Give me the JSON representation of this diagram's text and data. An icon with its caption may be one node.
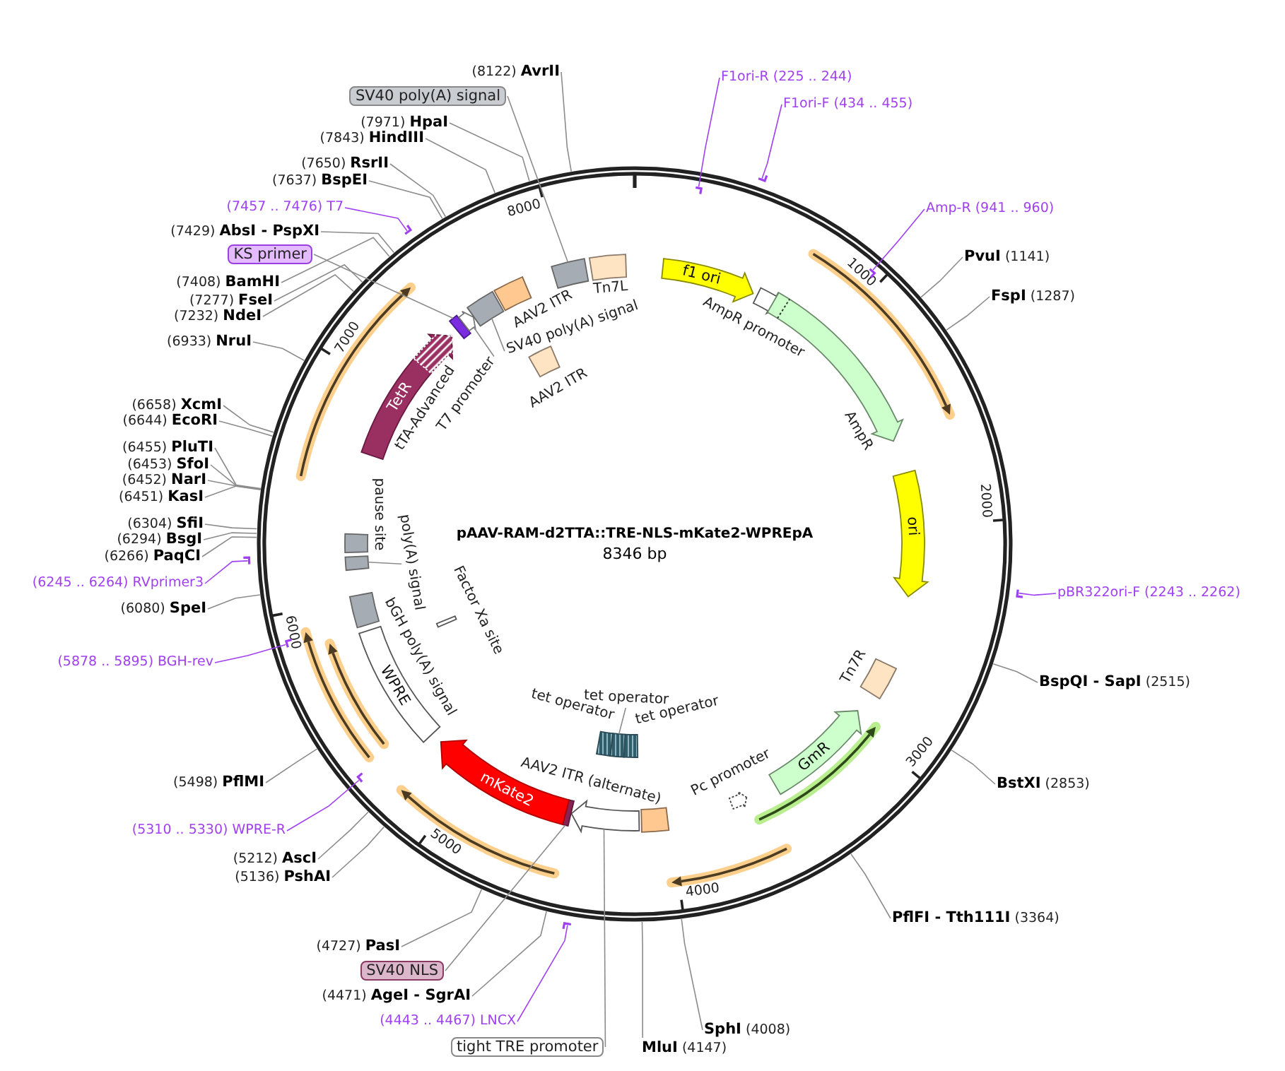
{
  "diagram": {
    "title": "pAAV-RAM-d2TTA::TRE-NLS-mKate2-WPREpA",
    "nodes": [
      {
        "text": [
          "F1ori-R (225 .. 244)"
        ]
      },
      {
        "text": [],
        "shape": "bar"
      },
      {
        "text": [
          "F1ori-F (434 .. 455)"
        ]
      },
      {
        "text": [],
        "shape": "bar"
      },
      {
        "text": [
          "Amp-R (941 .. 960)"
        ]
      },
      {
        "text": [],
        "shape": "bar"
      },
      {
        "text": [
          "**PvuI** (1141)"
        ]
      },
      {
        "text": [
          "**FspI** (1287)"
        ]
      },
      {
        "text": [
          "pBR322ori-F (2243 .. 2262)"
        ]
      },
      {
        "text": [],
        "shape": "bar"
      },
      {
        "text": [
          "**BspQI - SapI** (2515)"
        ]
      },
      {
        "text": [
          "**BstXI** (2853)"
        ]
      },
      {
        "text": [
          "**PflFI - Tth111I** (3364)"
        ]
      },
      {
        "text": [
          "**SphI** (4008)"
        ]
      },
      {
        "text": [
          "**MluI** (4147)"
        ]
      },
      {
        "text": [
          "tight TRE promoter"
        ]
      },
      {
        "text": [
          "(4443 .. 4467) LNCX"
        ]
      },
      {
        "text": [],
        "shape": "bar"
      },
      {
        "text": [
          "(4471) **AgeI - SgrAI**"
        ]
      },
      {
        "text": [
          "SV40 NLS"
        ]
      },
      {
        "text": [
          "(4727) **PasI**"
        ]
      },
      {
        "text": [
          "(5136) **PshAI**"
        ]
      },
      {
        "text": [
          "(5212) **AscI**"
        ]
      },
      {
        "text": [
          "(5310 .. 5330) WPRE-R"
        ]
      },
      {
        "text": [],
        "shape": "bar"
      },
      {
        "text": [
          "(5498) **PflMI**"
        ]
      },
      {
        "text": [
          "(5878 .. 5895) BGH-rev"
        ]
      },
      {
        "text": [],
        "shape": "bar"
      },
      {
        "text": [
          "(6080) **SpeI**"
        ]
      },
      {
        "text": [
          "(6245 .. 6264) RVprimer3"
        ]
      },
      {
        "text": [],
        "shape": "bar"
      },
      {
        "text": [
          "(6266) **PaqCI**"
        ]
      },
      {
        "text": [
          "(6294) **BsgI**"
        ]
      },
      {
        "text": [
          "(6304) **SfiI**"
        ]
      },
      {
        "text": [
          "(6451) **KasI**"
        ]
      },
      {
        "text": [
          "(6452) **NarI**"
        ]
      },
      {
        "text": [
          "(6453) **SfoI**"
        ]
      },
      {
        "text": [
          "(6455) **PluTI**"
        ]
      },
      {
        "text": [
          "(6644) **EcoRI**"
        ]
      },
      {
        "text": [
          "(6658) **XcmI**"
        ]
      },
      {
        "text": [
          "(6933) **NruI**"
        ]
      },
      {
        "text": [
          "(7232) **NdeI**"
        ]
      },
      {
        "text": [
          "(7277) **FseI**"
        ]
      },
      {
        "text": [
          "(7408) **BamHI**"
        ]
      },
      {
        "text": [
          "KS primer"
        ]
      },
      {
        "text": [
          "(7429) **AbsI - PspXI**"
        ]
      },
      {
        "text": [
          "(7457 .. 7476) T7"
        ]
      },
      {
        "text": [],
        "shape": "bar"
      },
      {
        "text": [
          "(7637) **BspEI**"
        ]
      },
      {
        "text": [
          "(7650) **RsrII**"
        ]
      },
      {
        "text": [
          "(7843) **HindIII**"
        ]
      },
      {
        "text": [
          "SV40 poly(A) signal"
        ]
      },
      {
        "text": [
          "(7971) **HpaI**"
        ]
      },
      {
        "text": [
          "(8122) **AvrII**"
        ]
      },
      {
        "text": [
          "f1 ori"
        ]
      },
      {
        "text": [],
        "shape": "arrow",
        "beside": [
          "AmpR promoter"
        ]
      },
      {
        "text": [],
        "shape": "arrow",
        "beside": [
          "AmpR"
        ]
      },
      {
        "text": [
          "ori"
        ]
      },
      {
        "text": [],
        "shape": "box",
        "beside": [
          "Tn7R"
        ]
      },
      {
        "text": [
          "GmR"
        ]
      },
      {
        "text": [],
        "shape": "arrow",
        "beside": [
          "Pc promoter"
        ]
      },
      {
        "text": [],
        "shape": "box",
        "beside": [
          "AAV2 ITR (alternate)"
        ]
      },
      {
        "text": [],
        "shape": "arrow"
      },
      {
        "text": [],
        "shape": "bar"
      },
      {
        "text": [
          "mKate2"
        ]
      },
      {
        "text": [
          "WPRE"
        ]
      },
      {
        "text": [],
        "shape": "box",
        "beside": [
          "bGH poly(A) signal"
        ]
      },
      {
        "text": [],
        "shape": "box"
      },
      {
        "text": [],
        "shape": "box",
        "beside": [
          "pause site"
        ]
      },
      {
        "text": [
          "TetR"
        ]
      },
      {
        "text": [],
        "shape": "arrow",
        "beside": [
          "tTA-Advanced"
        ],
        "in": 69
      },
      {
        "text": [],
        "shape": "bar"
      },
      {
        "text": [],
        "shape": "arrow"
      },
      {
        "text": [],
        "shape": "box"
      },
      {
        "text": [],
        "shape": "box",
        "beside": [
          "AAV2 ITR"
        ]
      },
      {
        "text": [],
        "shape": "box"
      },
      {
        "text": [],
        "shape": "box",
        "beside": [
          "Tn7L"
        ]
      },
      {
        "text": [],
        "shape": "box"
      },
      {
        "text": [],
        "shape": "box"
      },
      {
        "text": [],
        "shape": "box"
      },
      {
        "text": [],
        "shape": "bar",
        "beside": [
          "Factor Xa site"
        ]
      },
      {
        "text": [],
        "shape": "box",
        "beside": [
          "AAV2 ITR"
        ]
      },
      {
        "text": [
          "poly(A) signal"
        ]
      },
      {
        "text": [
          "T7 promoter"
        ]
      },
      {
        "text": [
          "SV40 poly(A) signal"
        ]
      },
      {
        "text": [
          "tet operator"
        ]
      }
    ],
    "edges": [
      {
        "from": 0,
        "to": 1,
        "arrow": "none",
        "color": "#a040f0"
      },
      {
        "from": 2,
        "to": 3,
        "arrow": "none",
        "color": "#a040f0"
      },
      {
        "from": 4,
        "to": 5,
        "arrow": "none",
        "color": "#a040f0"
      },
      {
        "from": 6,
        "to": null,
        "arrow": "none"
      },
      {
        "from": 7,
        "to": null,
        "arrow": "none"
      },
      {
        "from": 8,
        "to": 9,
        "arrow": "none",
        "color": "#a040f0"
      },
      {
        "from": 10,
        "to": null,
        "arrow": "none"
      },
      {
        "from": 11,
        "to": null,
        "arrow": "none"
      },
      {
        "from": 12,
        "to": null,
        "arrow": "none"
      },
      {
        "from": 13,
        "to": null,
        "arrow": "none"
      },
      {
        "from": 14,
        "to": null,
        "arrow": "none"
      },
      {
        "from": 15,
        "to": 62,
        "arrow": "none"
      },
      {
        "from": 16,
        "to": 17,
        "arrow": "none",
        "color": "#a040f0"
      },
      {
        "from": 18,
        "to": null,
        "arrow": "none"
      },
      {
        "from": 19,
        "to": 63,
        "arrow": "none"
      },
      {
        "from": 20,
        "to": null,
        "arrow": "none"
      },
      {
        "from": 21,
        "to": null,
        "arrow": "none"
      },
      {
        "from": 22,
        "to": null,
        "arrow": "none"
      },
      {
        "from": 23,
        "to": 24,
        "arrow": "none",
        "color": "#a040f0"
      },
      {
        "from": 25,
        "to": null,
        "arrow": "none"
      },
      {
        "from": 26,
        "to": 27,
        "arrow": "none",
        "color": "#a040f0"
      },
      {
        "from": 28,
        "to": null,
        "arrow": "none"
      },
      {
        "from": 29,
        "to": 30,
        "arrow": "none",
        "color": "#a040f0"
      },
      {
        "from": 31,
        "to": null,
        "arrow": "none"
      },
      {
        "from": 32,
        "to": null,
        "arrow": "none"
      },
      {
        "from": 33,
        "to": null,
        "arrow": "none"
      },
      {
        "from": 34,
        "to": null,
        "arrow": "none"
      },
      {
        "from": 35,
        "to": null,
        "arrow": "none"
      },
      {
        "from": 36,
        "to": null,
        "arrow": "none"
      },
      {
        "from": 37,
        "to": null,
        "arrow": "none"
      },
      {
        "from": 38,
        "to": null,
        "arrow": "none"
      },
      {
        "from": 39,
        "to": null,
        "arrow": "none"
      },
      {
        "from": 40,
        "to": null,
        "arrow": "none"
      },
      {
        "from": 41,
        "to": null,
        "arrow": "none"
      },
      {
        "from": 42,
        "to": null,
        "arrow": "none"
      },
      {
        "from": 43,
        "to": null,
        "arrow": "none"
      },
      {
        "from": 44,
        "to": 71,
        "arrow": "none"
      },
      {
        "from": 45,
        "to": null,
        "arrow": "none"
      },
      {
        "from": 46,
        "to": 47,
        "arrow": "none",
        "color": "#a040f0"
      },
      {
        "from": 48,
        "to": null,
        "arrow": "none"
      },
      {
        "from": 49,
        "to": null,
        "arrow": "none"
      },
      {
        "from": 50,
        "to": null,
        "arrow": "none"
      },
      {
        "from": 51,
        "to": 75,
        "arrow": "none"
      },
      {
        "from": 52,
        "to": null,
        "arrow": "none"
      },
      {
        "from": 53,
        "to": null,
        "arrow": "none"
      },
      {
        "from": 82,
        "to": 67,
        "arrow": "none"
      },
      {
        "from": 83,
        "to": 72,
        "arrow": "none"
      },
      {
        "from": 84,
        "to": 73,
        "arrow": "none"
      },
      {
        "from": 85,
        "to": 78,
        "arrow": "none"
      }
    ],
    "labels": [
      "8346 bp",
      "1000",
      "2000",
      "3000",
      "4000",
      "5000",
      "6000",
      "7000",
      "8000",
      "tet operator",
      "tet operator"
    ]
  }
}
